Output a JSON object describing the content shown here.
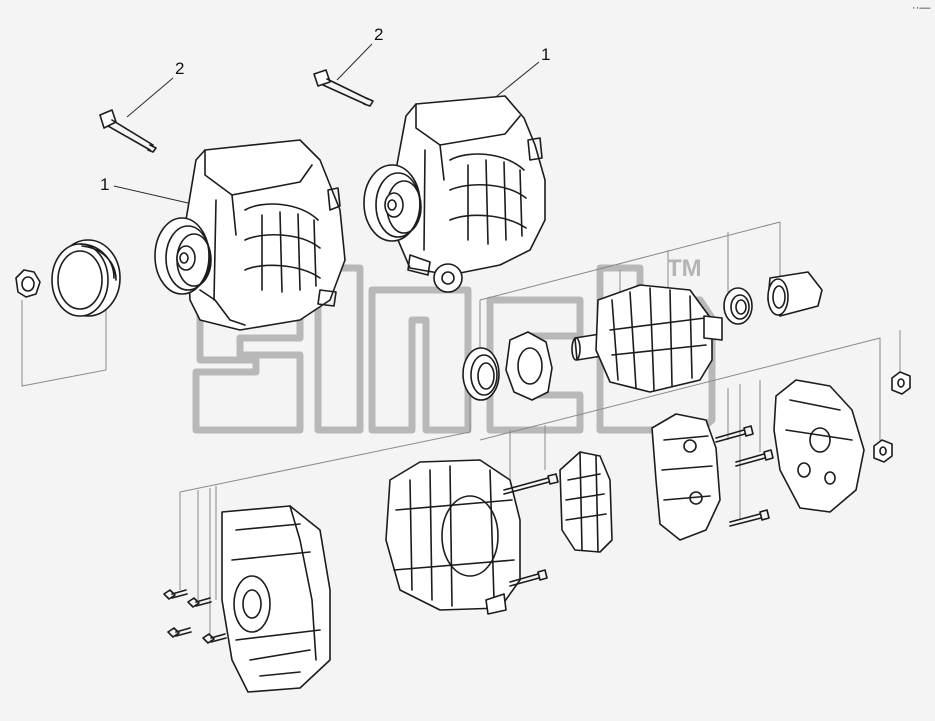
{
  "callouts": {
    "bolt_label_left": "2",
    "bolt_label_right": "2",
    "alternator_label_left": "1",
    "alternator_label_right": "1"
  },
  "watermark": {
    "trademark": "TM"
  },
  "corner_mark": "··—"
}
